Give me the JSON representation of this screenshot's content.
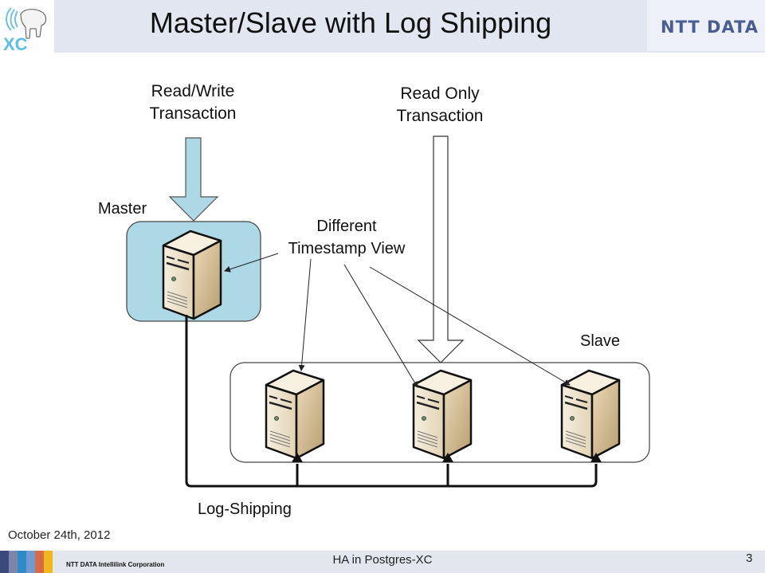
{
  "slide": {
    "title": "Master/Slave with Log Shipping",
    "brand": "NTT DATA",
    "logo": "postgres-xc-elephant-logo",
    "footer": {
      "date": "October 24th, 2012",
      "company": "NTT DATA Intellilink Corporation",
      "center": "HA in Postgres-XC",
      "page_number": "3",
      "strip_colors": [
        "#3a4a7a",
        "#7d86a8",
        "#2e8bc7",
        "#6f9bd0",
        "#d86a4a",
        "#f0b81a"
      ]
    }
  },
  "diagram": {
    "labels": {
      "rw_line1": "Read/Write",
      "rw_line2": "Transaction",
      "ro_line1": "Read Only",
      "ro_line2": "Transaction",
      "master": "Master",
      "slave": "Slave",
      "ts_line1": "Different",
      "ts_line2": "Timestamp View",
      "log_shipping": "Log-Shipping"
    },
    "colors": {
      "master_fill": "#add8e6",
      "rw_arrow_fill": "#add8e6",
      "ro_arrow_fill": "#ffffff",
      "server_front": "#efe4cf",
      "server_side": "#cdb892",
      "server_top": "#f6eedf"
    },
    "nodes": [
      {
        "id": "master",
        "role": "master",
        "icon": "server-icon"
      },
      {
        "id": "slave-1",
        "role": "slave",
        "icon": "server-icon"
      },
      {
        "id": "slave-2",
        "role": "slave",
        "icon": "server-icon"
      },
      {
        "id": "slave-3",
        "role": "slave",
        "icon": "server-icon"
      }
    ],
    "edges": [
      {
        "from": "client-rw",
        "to": "master",
        "label": "Read/Write Transaction"
      },
      {
        "from": "client-ro",
        "to": "slave-2",
        "label": "Read Only Transaction"
      },
      {
        "from": "master",
        "to": "slave-1",
        "label": "Log-Shipping"
      },
      {
        "from": "master",
        "to": "slave-2",
        "label": "Log-Shipping"
      },
      {
        "from": "master",
        "to": "slave-3",
        "label": "Log-Shipping"
      },
      {
        "from": "timestamp-label",
        "to": "master",
        "label": "Different Timestamp View"
      },
      {
        "from": "timestamp-label",
        "to": "slave-1",
        "label": "Different Timestamp View"
      },
      {
        "from": "timestamp-label",
        "to": "slave-2",
        "label": "Different Timestamp View"
      },
      {
        "from": "timestamp-label",
        "to": "slave-3",
        "label": "Different Timestamp View"
      }
    ]
  }
}
